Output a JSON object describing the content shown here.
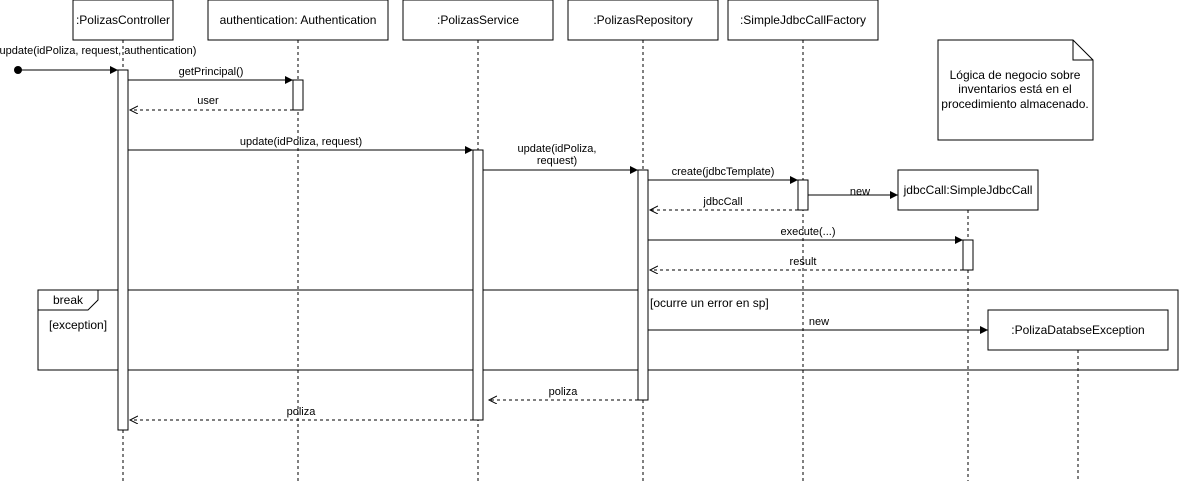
{
  "participants": [
    {
      "id": "controller",
      "label": ":PolizasController"
    },
    {
      "id": "authentication",
      "label": "authentication: Authentication"
    },
    {
      "id": "service",
      "label": ":PolizasService"
    },
    {
      "id": "repository",
      "label": ":PolizasRepository"
    },
    {
      "id": "factory",
      "label": ":SimpleJdbcCallFactory"
    }
  ],
  "created_objects": {
    "jdbc_call": "jdbcCall:SimpleJdbcCall",
    "exception": ":PolizaDatabseException"
  },
  "note": {
    "lines": [
      "Lógica de negocio sobre",
      "inventarios está en el",
      "procedimiento almacenado."
    ]
  },
  "messages": {
    "entry_update": "update(idPoliza, request, authentication)",
    "get_principal": "getPrincipal()",
    "user_return": "user",
    "service_update": "update(idPoliza, request)",
    "repo_update_line1": "update(idPoliza,",
    "repo_update_line2": "request)",
    "create": "create(jdbcTemplate)",
    "new_jdbc": "new",
    "jdbccall_return": "jdbcCall",
    "execute": "execute(...)",
    "result_return": "result",
    "new_exception": "new",
    "poliza_return_repo": "poliza",
    "poliza_return_service": "poliza"
  },
  "fragment": {
    "operator": "break",
    "guard": "[exception]",
    "condition": "[ocurre un error en sp]"
  }
}
